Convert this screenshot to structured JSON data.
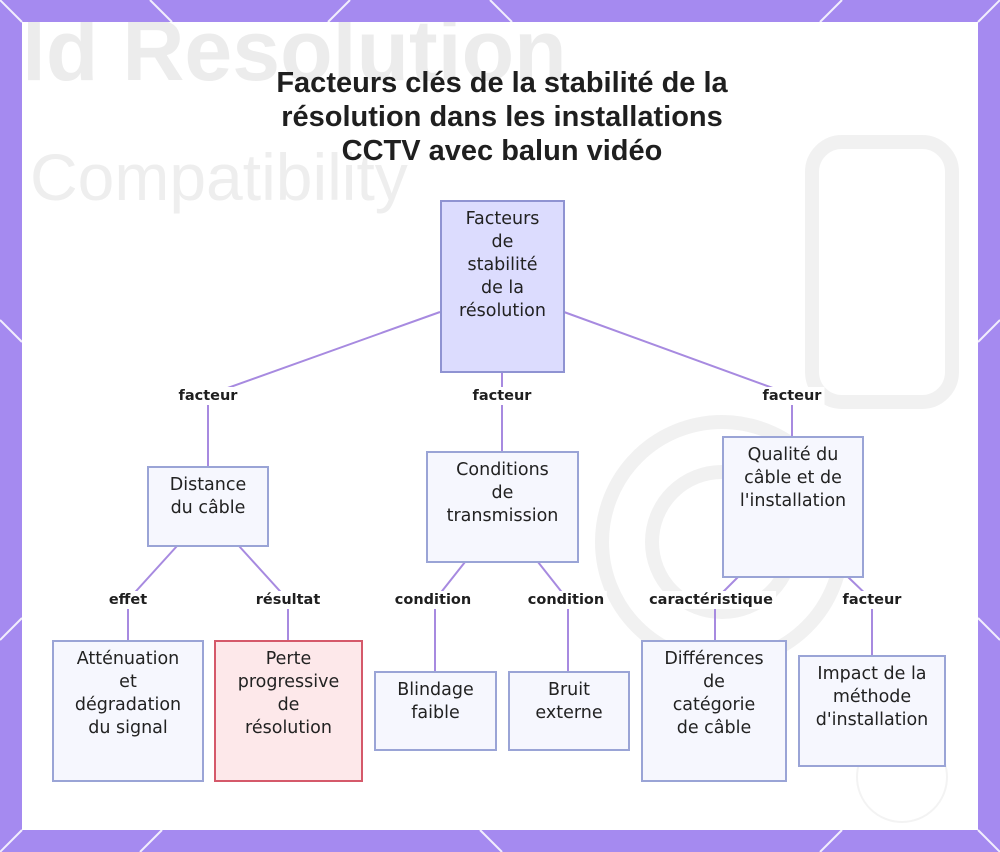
{
  "title_lines": [
    "Facteurs clés de la stabilité de la",
    "résolution dans les installations",
    "CCTV avec balun vidéo"
  ],
  "background_watermark": [
    "ld Resolution",
    "Compatibility"
  ],
  "colors": {
    "frame": "#a58af0",
    "node_fill": "#f6f7fe",
    "node_border": "#9aa4d6",
    "root_fill": "#dcdcfe",
    "alert_fill": "#fde8ea",
    "alert_border": "#d5596a",
    "edge": "#a78ae0"
  },
  "nodes": {
    "root": {
      "lines": [
        "Facteurs",
        "de",
        "stabilité",
        "de la",
        "résolution"
      ]
    },
    "distance": {
      "lines": [
        "Distance",
        "du câble"
      ]
    },
    "conditions": {
      "lines": [
        "Conditions",
        "de",
        "transmission"
      ]
    },
    "qualite": {
      "lines": [
        "Qualité du",
        "câble et de",
        "l'installation"
      ]
    },
    "attenuation": {
      "lines": [
        "Atténuation",
        "et",
        "dégradation",
        "du signal"
      ]
    },
    "perte": {
      "lines": [
        "Perte",
        "progressive",
        "de",
        "résolution"
      ]
    },
    "blindage": {
      "lines": [
        "Blindage",
        "faible"
      ]
    },
    "bruit": {
      "lines": [
        "Bruit",
        "externe"
      ]
    },
    "differences": {
      "lines": [
        "Différences",
        "de",
        "catégorie",
        "de câble"
      ]
    },
    "impact": {
      "lines": [
        "Impact de la",
        "méthode",
        "d'installation"
      ]
    }
  },
  "edge_labels": {
    "root_distance": "facteur",
    "root_conditions": "facteur",
    "root_qualite": "facteur",
    "distance_attenuation": "effet",
    "distance_perte": "résultat",
    "conditions_blindage": "condition",
    "conditions_bruit": "condition",
    "qualite_differences": "caractéristique",
    "qualite_impact": "facteur"
  }
}
